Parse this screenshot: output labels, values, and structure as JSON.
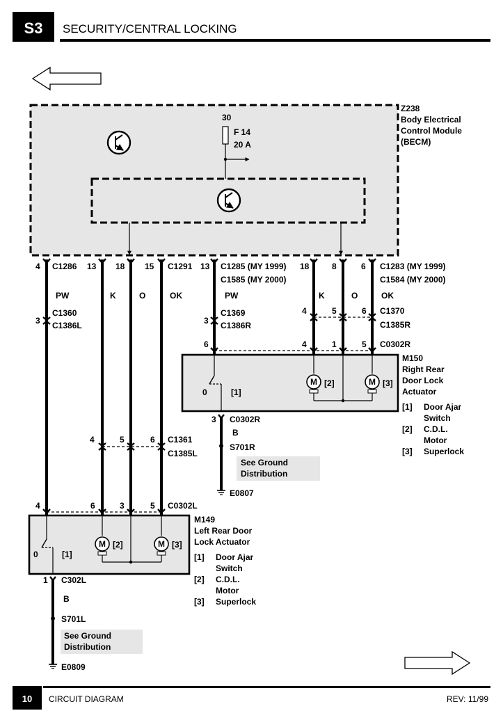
{
  "header": {
    "section_tab": "S3",
    "title": "SECURITY/CENTRAL LOCKING"
  },
  "footer": {
    "page_number": "10",
    "doc_title": "CIRCUIT DIAGRAM",
    "revision": "REV: 11/99"
  },
  "nav": {
    "prev_arrow": "arrow-left",
    "next_arrow": "arrow-right"
  },
  "becm": {
    "ref": "Z238",
    "name_lines": [
      "Body Electrical",
      "Control Module",
      "(BECM)"
    ],
    "supply": "30",
    "fuse_id": "F 14",
    "fuse_rating": "20 A"
  },
  "connectors": {
    "c1286": "C1286",
    "c1291": "C1291",
    "c1285": "C1285 (MY 1999)",
    "c1585": "C1585 (MY 2000)",
    "c1283": "C1283 (MY 1999)",
    "c1584": "C1584 (MY 2000)",
    "c1360": "C1360",
    "c1386l": "C1386L",
    "c1369": "C1369",
    "c1386r": "C1386R",
    "c1370": "C1370",
    "c1385r": "C1385R",
    "c0302r_top": "C0302R",
    "c0302r_bot": "C0302R",
    "c1361": "C1361",
    "c1385l": "C1385L",
    "c0302l": "C0302L",
    "c302l": "C302L"
  },
  "pins": {
    "p4": "4",
    "p13": "13",
    "p18": "18",
    "p15": "15",
    "r13": "13",
    "r18": "18",
    "r8": "8",
    "r6": "6",
    "c1360_pin": "3",
    "c1369_pin": "3",
    "c1370_a": "4",
    "c1370_b": "5",
    "c1370_c": "6",
    "c0302r_a": "6",
    "c0302r_b": "4",
    "c0302r_c": "1",
    "c0302r_d": "5",
    "m150_gnd": "3",
    "c1361_a": "4",
    "c1361_b": "5",
    "c1361_c": "6",
    "c0302l_a": "4",
    "c0302l_b": "6",
    "c0302l_c": "3",
    "c0302l_d": "5",
    "m149_gnd": "1"
  },
  "wire_colours": {
    "left_pw": "PW",
    "left_k": "K",
    "left_o": "O",
    "left_ok": "OK",
    "right_pw": "PW",
    "right_k": "K",
    "right_o": "O",
    "right_ok": "OK",
    "right_gnd": "B",
    "left_gnd": "B"
  },
  "m150": {
    "ref": "M150",
    "name_lines": [
      "Right Rear",
      "Door Lock",
      "Actuator"
    ],
    "switch_state": "0",
    "switch_tag": "[1]",
    "motor_symbol": "M",
    "motor1_tag": "[2]",
    "motor2_tag": "[3]",
    "legend": [
      {
        "tag": "[1]",
        "lines": [
          "Door Ajar",
          "Switch"
        ]
      },
      {
        "tag": "[2]",
        "lines": [
          "C.D.L.",
          "Motor"
        ]
      },
      {
        "tag": "[3]",
        "lines": [
          "Superlock"
        ]
      }
    ]
  },
  "m149": {
    "ref": "M149",
    "name_lines": [
      "Left Rear Door",
      "Lock Actuator"
    ],
    "switch_state": "0",
    "switch_tag": "[1]",
    "motor_symbol": "M",
    "motor1_tag": "[2]",
    "motor2_tag": "[3]",
    "legend": [
      {
        "tag": "[1]",
        "lines": [
          "Door Ajar",
          "Switch"
        ]
      },
      {
        "tag": "[2]",
        "lines": [
          "C.D.L.",
          "Motor"
        ]
      },
      {
        "tag": "[3]",
        "lines": [
          "Superlock"
        ]
      }
    ]
  },
  "grounds": {
    "right_splice": "S701R",
    "right_note_lines": [
      "See Ground",
      "Distribution"
    ],
    "right_earth": "E0807",
    "left_splice": "S701L",
    "left_note_lines": [
      "See Ground",
      "Distribution"
    ],
    "left_earth": "E0809"
  },
  "colors": {
    "ink": "#000000",
    "module_fill": "#e6e6e6",
    "note_fill": "#e6e6e6",
    "page": "#ffffff"
  }
}
